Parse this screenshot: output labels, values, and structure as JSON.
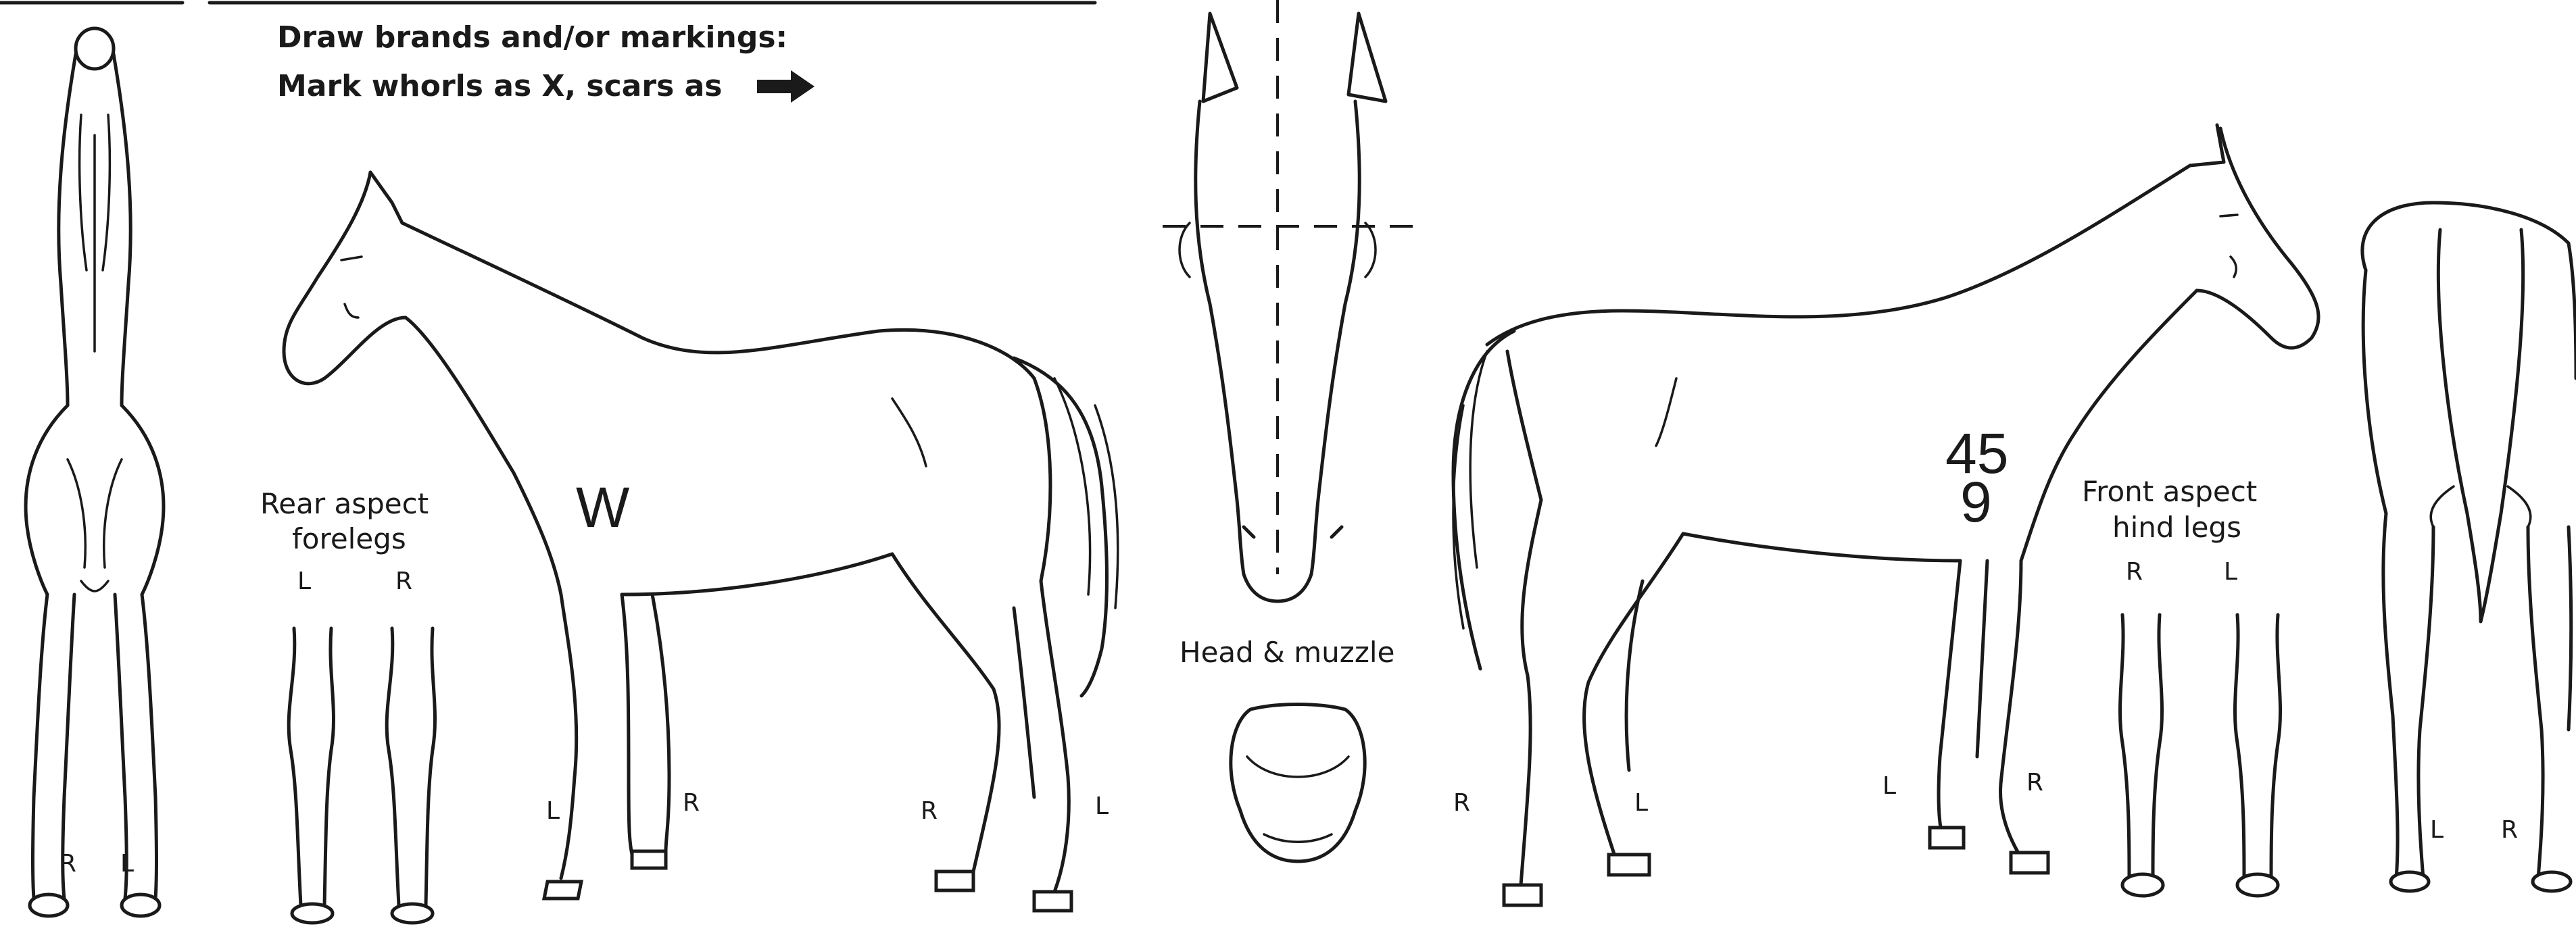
{
  "instructions": {
    "line1": "Draw brands and/or markings:",
    "line2": "Mark whorls as X, scars as"
  },
  "captions": {
    "rear_forelegs_line1": "Rear aspect",
    "rear_forelegs_line2": "forelegs",
    "head_muzzle": "Head & muzzle",
    "front_hind_line1": "Front aspect",
    "front_hind_line2": "hind legs"
  },
  "leg_labels": {
    "front_view_R": "R",
    "front_view_L": "L",
    "rear_forelegs_L": "L",
    "rear_forelegs_R": "R",
    "left_side_front_L": "L",
    "left_side_front_R": "R",
    "left_side_hind_R": "R",
    "left_side_hind_L": "L",
    "right_side_hind_R": "R",
    "right_side_hind_L": "L",
    "right_side_front_L": "L",
    "right_side_front_R": "R",
    "front_hind_R": "R",
    "front_hind_L": "L",
    "rear_view_L": "L",
    "rear_view_R": "R"
  },
  "markings": {
    "left_side_brand": "W",
    "right_side_brand_line1": "45",
    "right_side_brand_line2": "9"
  }
}
